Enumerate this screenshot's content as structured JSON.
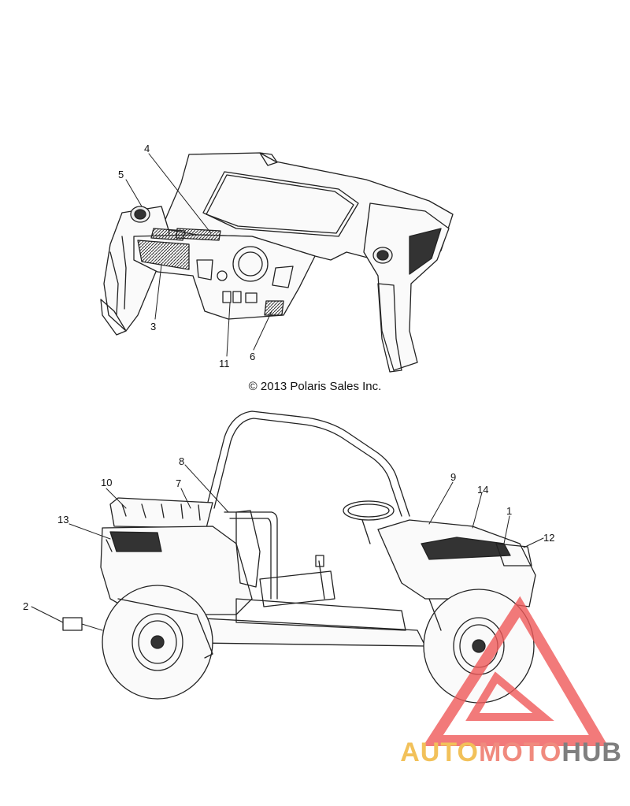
{
  "copyright": "© 2013 Polaris Sales Inc.",
  "callouts": {
    "c1": "1",
    "c2": "2",
    "c3": "3",
    "c4": "4",
    "c5": "5",
    "c6": "6",
    "c7": "7",
    "c8": "8",
    "c9": "9",
    "c10": "10",
    "c11": "11",
    "c12": "12",
    "c13": "13",
    "c14": "14"
  },
  "watermark": {
    "part1": "AUTO",
    "part2": "MOTO",
    "part3": "HUB",
    "colors": {
      "part1": "#f2c15a",
      "part2": "#f08a7e",
      "part3": "#7f7f7f",
      "logo": "#ef5a5a"
    }
  }
}
